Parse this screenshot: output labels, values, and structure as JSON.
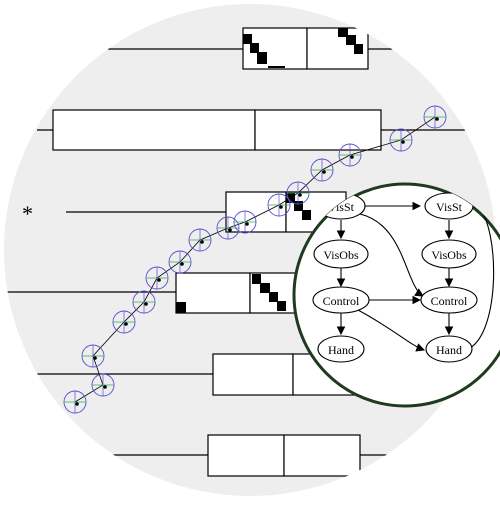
{
  "colors": {
    "disc": "#eeeeee",
    "box_stroke": "#000000",
    "marker": "#5a4fcf",
    "marker_cross": "#3aa35a",
    "inset_border": "#1f3a1f"
  },
  "box_rows": [
    {
      "row": 1,
      "cells": [
        "filled",
        "partial"
      ]
    },
    {
      "row": 2,
      "cells": [
        "empty",
        "empty"
      ]
    },
    {
      "row": 3,
      "outlier": "*",
      "cells": [
        "empty",
        "filled"
      ]
    },
    {
      "row": 4,
      "cells": [
        "partial",
        "filled"
      ]
    },
    {
      "row": 5,
      "cells": [
        "empty",
        "empty"
      ]
    },
    {
      "row": 6,
      "cells": [
        "empty",
        "empty"
      ]
    }
  ],
  "trajectory": {
    "marker_count": 16,
    "marker_symbol": "circle-with-crosshair"
  },
  "inset_network": {
    "nodes": [
      "VisSt",
      "VisObs",
      "Control",
      "Hand",
      "VisSt",
      "VisObs",
      "Control",
      "Hand"
    ],
    "columns": 2
  }
}
